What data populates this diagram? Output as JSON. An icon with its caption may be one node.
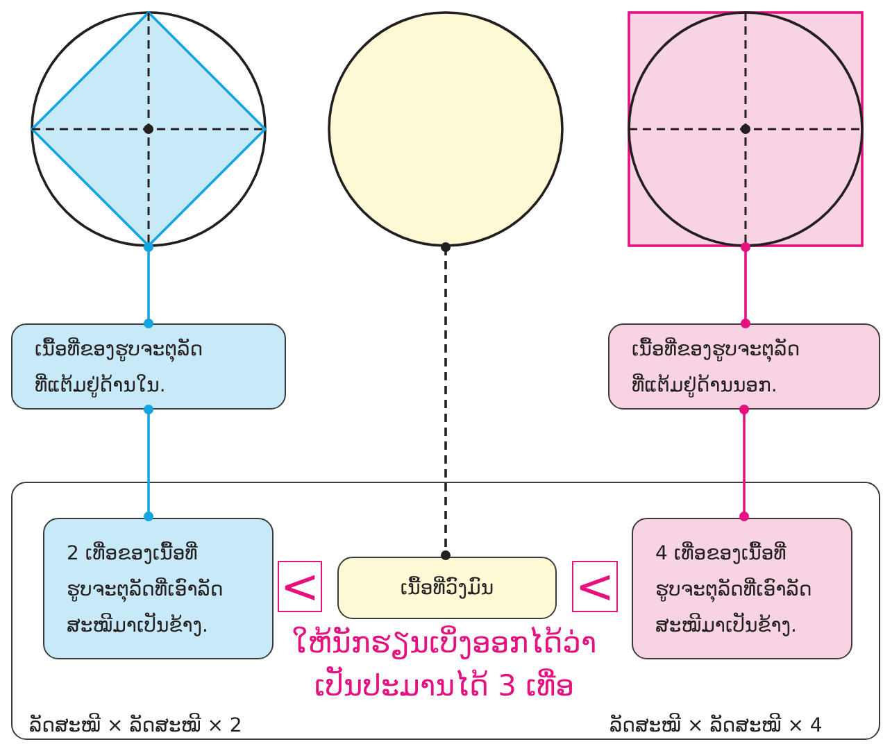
{
  "diagram": {
    "nodes": [
      {
        "text": [],
        "shape": "picture"
      },
      {
        "text": [],
        "shape": "circle"
      },
      {
        "text": [],
        "shape": "picture"
      },
      {
        "text": [
          "ເນື້ອທີ່ຂອງຮູບຈະຕຸລັດ ທີ່ແຕ້ມຢູ່ດ້ານໃນ."
        ]
      },
      {
        "text": [
          "ເນື້ອທີ່ຂອງຮູບຈະຕຸລັດ ທີ່ແຕ້ມຢູ່ດ້ານນອກ."
        ]
      },
      {
        "text": [],
        "shape": "box"
      },
      {
        "text": [
          "2  ເທື່ອຂອງເນື້ອທີ່ ຮູບຈະຕຸລັດທີ່ເອົາລັດ ສະໝີມາເປັນຂ້າງ."
        ],
        "beside": [
          "ລັດສະໝີ × ລັດສະໝີ × 2"
        ],
        "in": 5
      },
      {
        "text": [
          "<"
        ],
        "in": 5
      },
      {
        "text": [
          "ເນື້ອທີ່ວົງມົນ"
        ],
        "in": 5
      },
      {
        "text": [
          "<"
        ],
        "in": 5
      },
      {
        "text": [
          "4  ເທື່ອຂອງເນື້ອທີ່ ຮູບຈະຕຸລັດທີ່ເອົາລັດ ສະໝີມາເປັນຂ້າງ."
        ],
        "beside": [
          "ລັດສະໝີ × ລັດສະໝີ × 4"
        ],
        "in": 5
      }
    ],
    "edges": [
      {
        "from": 0,
        "to": 3,
        "arrow": "other",
        "color": "#12a5e0"
      },
      {
        "from": 3,
        "to": 6,
        "arrow": "other",
        "color": "#12a5e0"
      },
      {
        "from": 1,
        "to": 8,
        "arrow": "other",
        "style": "dashed",
        "color": "#231f20"
      },
      {
        "from": 2,
        "to": 4,
        "arrow": "other",
        "color": "#e4117f"
      },
      {
        "from": 4,
        "to": 10,
        "arrow": "other",
        "color": "#e4117f"
      }
    ],
    "labels": [
      "ໃຫ້ນັກຮຽນເບິ່ງອອກໄດ້ວ່າ ເປັນປະມານໄດ້ 3 ເທື່ອ"
    ]
  }
}
